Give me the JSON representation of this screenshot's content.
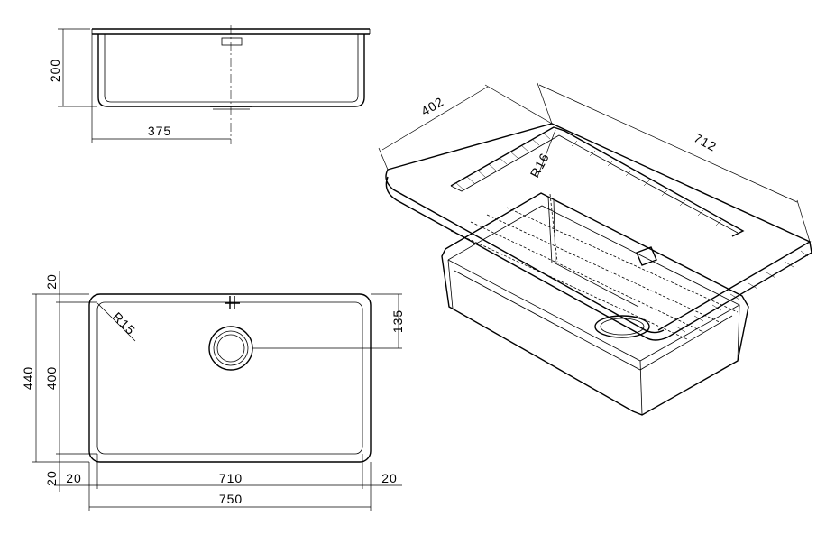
{
  "side_view": {
    "depth": "200",
    "half_width": "375"
  },
  "top_view": {
    "outer_height": "440",
    "inner_height": "400",
    "top_margin": "20",
    "bottom_margin": "20",
    "corner_radius": "R15",
    "drain_offset": "135",
    "left_margin": "20",
    "inner_width": "710",
    "right_margin": "20",
    "outer_width": "750"
  },
  "iso_view": {
    "cutout_depth": "402",
    "cutout_width": "712",
    "corner_radius": "R16"
  }
}
